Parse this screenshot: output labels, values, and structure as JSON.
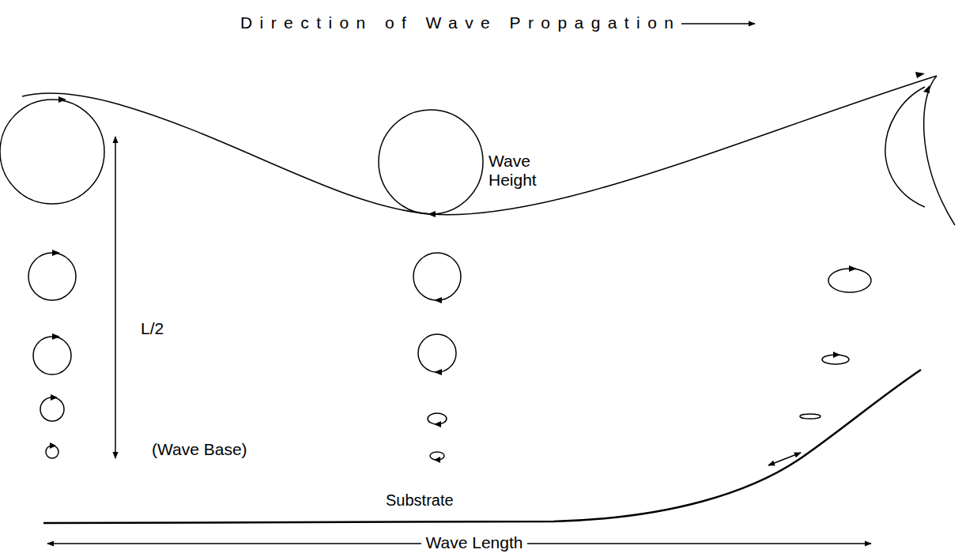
{
  "diagram": {
    "labels": [
      "Direction of Wave Propagation",
      "Wave Height",
      "L/2",
      "(Wave Base)",
      "Substrate",
      "Wave Length"
    ]
  }
}
